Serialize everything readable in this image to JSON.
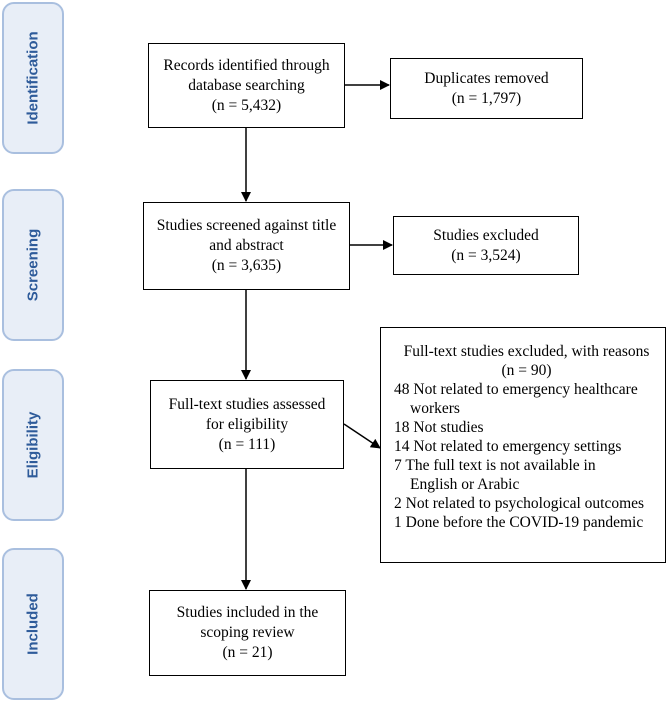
{
  "phases": [
    {
      "id": "identification",
      "label": "Identification"
    },
    {
      "id": "screening",
      "label": "Screening"
    },
    {
      "id": "eligibility",
      "label": "Eligibility"
    },
    {
      "id": "included",
      "label": "Included"
    }
  ],
  "records_identified": {
    "line1": "Records identified through",
    "line2": "database searching",
    "count": "(n = 5,432)"
  },
  "duplicates_removed": {
    "line1": "Duplicates removed",
    "count": "(n = 1,797)"
  },
  "studies_screened": {
    "line1": "Studies screened against title",
    "line2": "and abstract",
    "count": "(n = 3,635)"
  },
  "studies_excluded": {
    "line1": "Studies excluded",
    "count": "(n = 3,524)"
  },
  "fulltext_assessed": {
    "line1": "Full-text studies assessed",
    "line2": "for eligibility",
    "count": "(n = 111)"
  },
  "fulltext_excluded": {
    "header": "Full-text studies excluded, with reasons",
    "count": "(n = 90)",
    "reasons": [
      {
        "text": "48 Not related to emergency healthcare",
        "cont": "workers"
      },
      {
        "text": "18 Not studies",
        "cont": ""
      },
      {
        "text": "14 Not related to emergency settings",
        "cont": ""
      },
      {
        "text": "7 The full text is not available in",
        "cont": "English or Arabic"
      },
      {
        "text": "2 Not related to psychological outcomes",
        "cont": ""
      },
      {
        "text": "1 Done before the COVID-19 pandemic",
        "cont": ""
      }
    ]
  },
  "studies_included": {
    "line1": "Studies included in the",
    "line2": "scoping review",
    "count": "(n = 21)"
  }
}
